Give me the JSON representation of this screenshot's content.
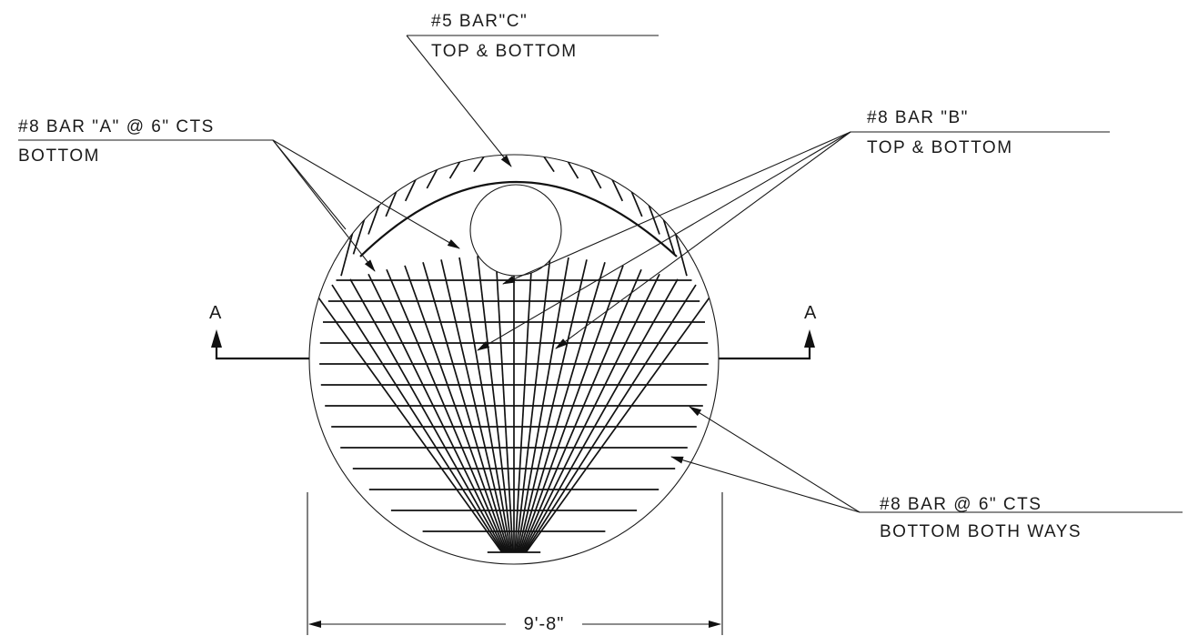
{
  "diagram": {
    "callouts": {
      "bar_c": {
        "line1": "#5 BAR\"C\"",
        "line2": "TOP & BOTTOM"
      },
      "bar_a": {
        "line1": "#8 BAR \"A\" @ 6\" CTS",
        "line2": "BOTTOM"
      },
      "bar_b": {
        "line1": "#8 BAR \"B\"",
        "line2": "TOP & BOTTOM"
      },
      "bar_grid": {
        "line1": "#8 BAR @ 6\" CTS",
        "line2": "BOTTOM BOTH WAYS"
      }
    },
    "section_marker_left": "A",
    "section_marker_right": "A",
    "dimension": "9'-8\""
  }
}
